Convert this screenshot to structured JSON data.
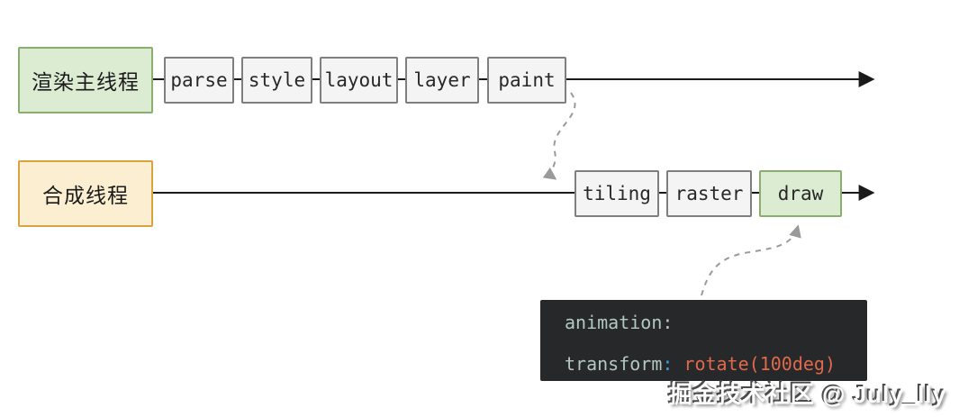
{
  "diagram": {
    "threads": [
      {
        "label": "渲染主线程"
      },
      {
        "label": "合成线程"
      }
    ],
    "main_stages": [
      {
        "label": "parse"
      },
      {
        "label": "style"
      },
      {
        "label": "layout"
      },
      {
        "label": "layer"
      },
      {
        "label": "paint"
      }
    ],
    "compositor_stages": [
      {
        "label": "tiling"
      },
      {
        "label": "raster"
      },
      {
        "label": "draw",
        "highlight": true
      }
    ]
  },
  "code_panel": {
    "lines": [
      {
        "property": "animation",
        "separator": ":",
        "value": ""
      },
      {
        "property": "transform",
        "separator": ":",
        "value": "rotate(100deg)"
      }
    ]
  },
  "watermark": {
    "text": "掘金技术社区 @ July_lly"
  },
  "colors": {
    "main_thread_box_bg": "#dcecd3",
    "main_thread_box_border": "#8aae6f",
    "compositor_box_bg": "#fcefd1",
    "compositor_box_border": "#d7a43e",
    "stage_box_bg": "#f4f4f4",
    "stage_box_border": "#7f7f7f",
    "highlight_stage_bg": "#dcecd3",
    "highlight_stage_border": "#8aae6f",
    "code_panel_bg": "#26282a",
    "code_property": "#b3c8c2",
    "code_colon": "#3f9cd9",
    "code_value": "#e0694c",
    "flow_line": "#1a1a1a",
    "dashed_arrow": "#9a9a9a"
  }
}
